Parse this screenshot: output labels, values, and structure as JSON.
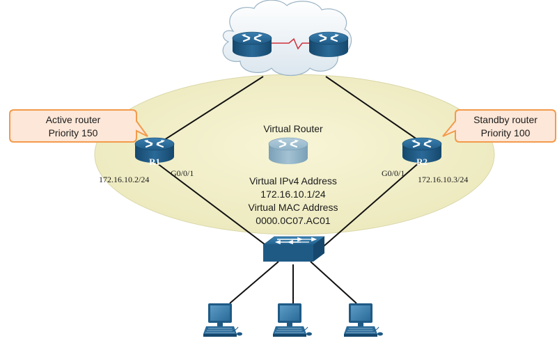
{
  "callouts": {
    "active": {
      "line1": "Active router",
      "line2": "Priority 150"
    },
    "standby": {
      "line1": "Standby router",
      "line2": "Priority 100"
    }
  },
  "routers": {
    "r1": {
      "name": "R1",
      "interface": "G0/0/1",
      "ip": "172.16.10.2/24"
    },
    "r2": {
      "name": "R2",
      "interface": "G0/0/1",
      "ip": "172.16.10.3/24"
    }
  },
  "virtual_router": {
    "title": "Virtual Router",
    "ipv4_label": "Virtual IPv4 Address",
    "ipv4_value": "172.16.10.1/24",
    "mac_label": "Virtual MAC Address",
    "mac_value": "0000.0C07.AC01"
  },
  "colors": {
    "ellipse_fill": "#f1efc9",
    "callout_fill": "#fde7d8",
    "callout_stroke": "#f39a4a",
    "router_dark": "#1f5a85",
    "router_light": "#8fb3c8",
    "wan_link": "#d0303a"
  },
  "icons": [
    "router-icon",
    "switch-icon",
    "pc-icon",
    "cloud-icon"
  ]
}
